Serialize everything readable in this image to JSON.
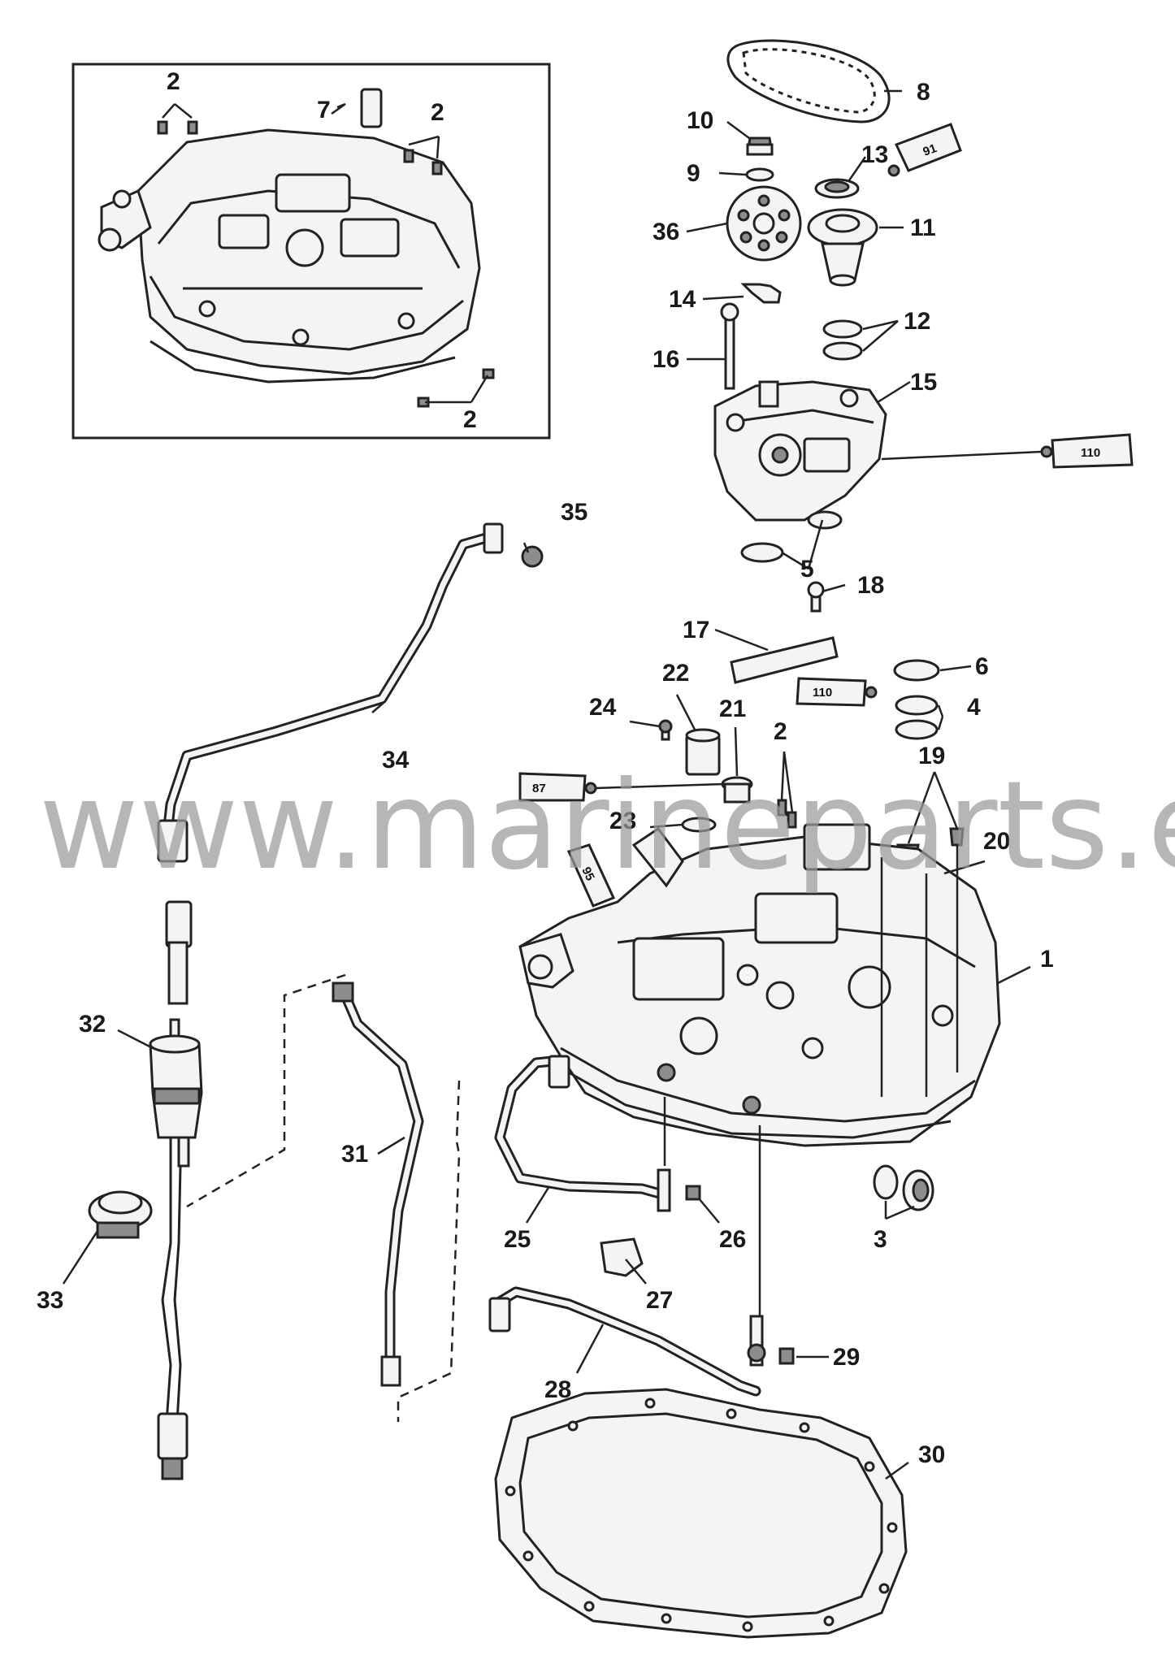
{
  "diagram": {
    "watermark": "www.marineparts.eu",
    "callouts": [
      {
        "id": "inset-2a",
        "label": "2"
      },
      {
        "id": "inset-2b",
        "label": "2"
      },
      {
        "id": "inset-2c",
        "label": "2"
      },
      {
        "id": "inset-7",
        "label": "7"
      },
      {
        "id": "p8",
        "label": "8"
      },
      {
        "id": "p10",
        "label": "10"
      },
      {
        "id": "p9",
        "label": "9"
      },
      {
        "id": "p13",
        "label": "13"
      },
      {
        "id": "p36",
        "label": "36"
      },
      {
        "id": "p11",
        "label": "11"
      },
      {
        "id": "p14",
        "label": "14"
      },
      {
        "id": "p12",
        "label": "12"
      },
      {
        "id": "p16",
        "label": "16"
      },
      {
        "id": "p15",
        "label": "15"
      },
      {
        "id": "p35",
        "label": "35"
      },
      {
        "id": "p5",
        "label": "5"
      },
      {
        "id": "p18",
        "label": "18"
      },
      {
        "id": "p17",
        "label": "17"
      },
      {
        "id": "p6",
        "label": "6"
      },
      {
        "id": "p22",
        "label": "22"
      },
      {
        "id": "p4",
        "label": "4"
      },
      {
        "id": "p24",
        "label": "24"
      },
      {
        "id": "p21",
        "label": "21"
      },
      {
        "id": "p2",
        "label": "2"
      },
      {
        "id": "p34",
        "label": "34"
      },
      {
        "id": "p19",
        "label": "19"
      },
      {
        "id": "p23",
        "label": "23"
      },
      {
        "id": "p20",
        "label": "20"
      },
      {
        "id": "p1",
        "label": "1"
      },
      {
        "id": "p32",
        "label": "32"
      },
      {
        "id": "p31",
        "label": "31"
      },
      {
        "id": "p3",
        "label": "3"
      },
      {
        "id": "p25",
        "label": "25"
      },
      {
        "id": "p26",
        "label": "26"
      },
      {
        "id": "p27",
        "label": "27"
      },
      {
        "id": "p33",
        "label": "33"
      },
      {
        "id": "p29",
        "label": "29"
      },
      {
        "id": "p28",
        "label": "28"
      },
      {
        "id": "p30",
        "label": "30"
      }
    ],
    "tubes": [
      {
        "id": "tube-91",
        "label": "91"
      },
      {
        "id": "tube-110-a",
        "label": "110"
      },
      {
        "id": "tube-110-b",
        "label": "110"
      },
      {
        "id": "tube-87",
        "label": "87"
      },
      {
        "id": "tube-95",
        "label": "95"
      }
    ]
  }
}
